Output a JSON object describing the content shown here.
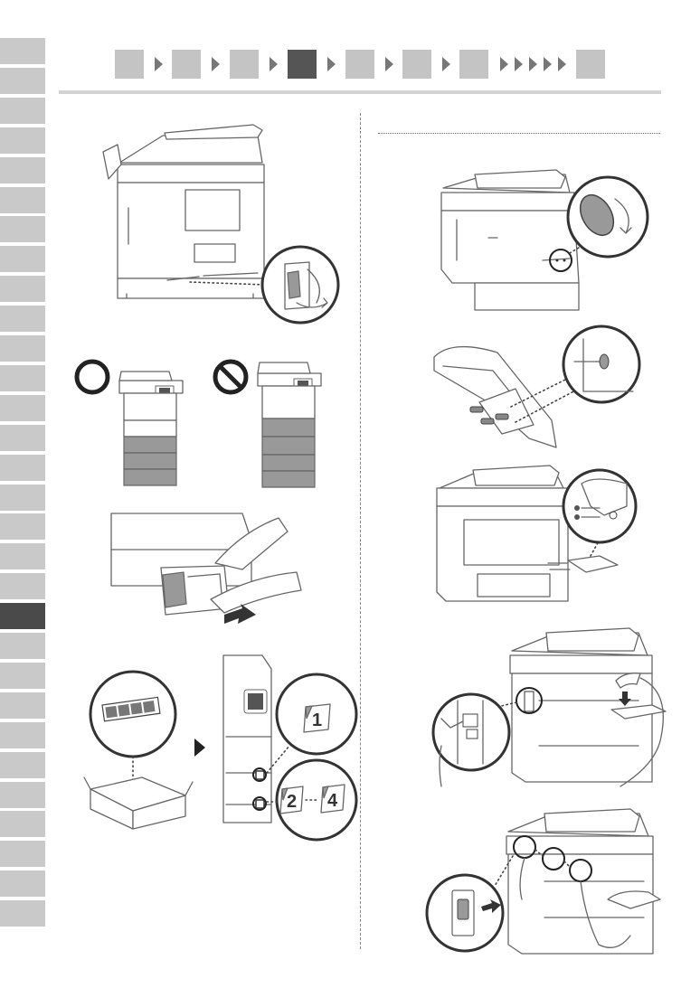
{
  "side_tabs": {
    "count": 30,
    "active_index": 19
  },
  "step_nav": {
    "steps": 8,
    "active_index": 3,
    "skip_arrows": 5
  },
  "cassette_labels": {
    "first": "1",
    "range_start": "2",
    "range_end": "4"
  },
  "colors": {
    "tab": "#c9c9c9",
    "tab_active": "#4a4a4a",
    "step": "#c4c4c4",
    "step_active": "#555555",
    "line": "#666666"
  },
  "icons": [
    "ok-circle-icon",
    "prohibited-icon",
    "push-arrow-icon"
  ]
}
